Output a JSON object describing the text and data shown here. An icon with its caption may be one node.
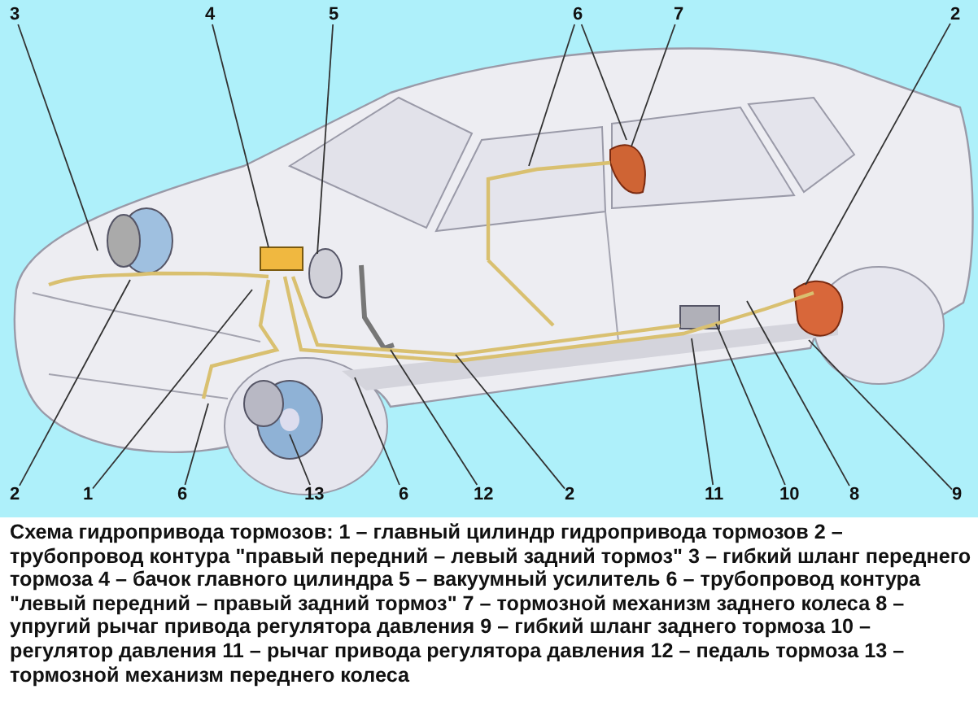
{
  "diagram": {
    "caption": "Схема гидропривода тормозов: 1 – главный цилиндр гидропривода тормозов 2 – трубопровод контура \"правый передний – левый задний тормоз\" 3 – гибкий шланг переднего тормоза 4 – бачок главного цилиндра 5 – вакуумный усилитель 6 – трубопровод контура \"левый передний – правый задний тормоз\" 7 – тормозной механизм заднего колеса 8 – упругий рычаг привода регулятора давления 9 – гибкий шланг заднего тормоза 10 – регулятор давления 11 – рычаг привода регулятора давления 12 – педаль тормоза 13 – тормозной механизм переднего колеса",
    "nodes": [
      {
        "text": [
          "3"
        ]
      },
      {
        "text": [
          "4"
        ]
      },
      {
        "text": [
          "5"
        ]
      },
      {
        "text": [
          "6"
        ]
      },
      {
        "text": [
          "7"
        ]
      },
      {
        "text": [
          "2"
        ]
      },
      {
        "text": [
          "2"
        ]
      },
      {
        "text": [
          "1"
        ]
      },
      {
        "text": [
          "6"
        ]
      },
      {
        "text": [
          "13"
        ]
      },
      {
        "text": [
          "6"
        ]
      },
      {
        "text": [
          "12"
        ]
      },
      {
        "text": [
          "2"
        ]
      },
      {
        "text": [
          "11"
        ]
      },
      {
        "text": [
          "10"
        ]
      },
      {
        "text": [
          "8"
        ]
      },
      {
        "text": [
          "9"
        ]
      }
    ],
    "edges": [
      {
        "from": 0,
        "to": null,
        "arrow": "none"
      },
      {
        "from": 1,
        "to": null,
        "arrow": "none"
      },
      {
        "from": 2,
        "to": null,
        "arrow": "none"
      },
      {
        "from": 3,
        "to": null,
        "arrow": "none"
      },
      {
        "from": 3,
        "to": null,
        "arrow": "none"
      },
      {
        "from": 4,
        "to": null,
        "arrow": "none"
      },
      {
        "from": 5,
        "to": null,
        "arrow": "none"
      },
      {
        "from": 6,
        "to": null,
        "arrow": "none"
      },
      {
        "from": 7,
        "to": null,
        "arrow": "none"
      },
      {
        "from": 8,
        "to": null,
        "arrow": "none"
      },
      {
        "from": 9,
        "to": null,
        "arrow": "none"
      },
      {
        "from": 10,
        "to": null,
        "arrow": "none"
      },
      {
        "from": 11,
        "to": null,
        "arrow": "none"
      },
      {
        "from": 12,
        "to": null,
        "arrow": "none"
      },
      {
        "from": 13,
        "to": null,
        "arrow": "none"
      },
      {
        "from": 14,
        "to": null,
        "arrow": "none"
      },
      {
        "from": 15,
        "to": null,
        "arrow": "none"
      },
      {
        "from": 16,
        "to": null,
        "arrow": "none"
      }
    ]
  }
}
